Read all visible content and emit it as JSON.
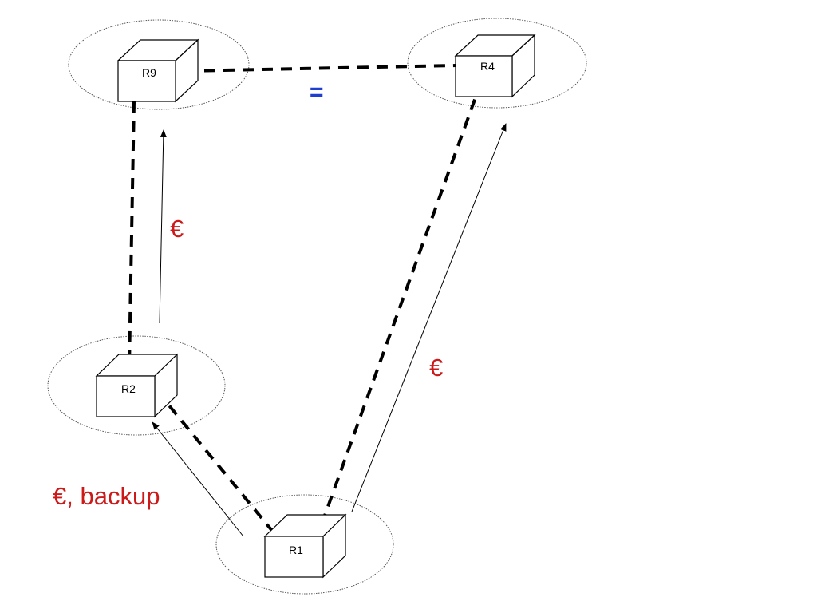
{
  "routers": {
    "r9": "R9",
    "r4": "R4",
    "r2": "R2",
    "r1": "R1"
  },
  "annotations": {
    "r9_r4": "=",
    "r2_r9": "€",
    "r1_r4": "€",
    "r1_r2": "€, backup"
  },
  "colors": {
    "annotation_red": "#cc1a1a",
    "annotation_blue": "#1f3fcf",
    "link": "#000000",
    "domain_outline": "#555555"
  }
}
